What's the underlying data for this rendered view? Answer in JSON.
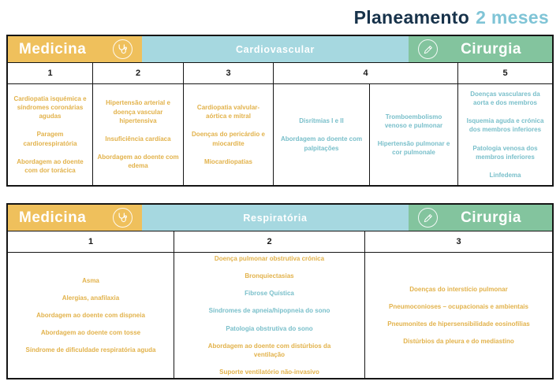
{
  "title": {
    "main": "Planeamento",
    "accent": "2 meses"
  },
  "palette": {
    "navy": "#17324a",
    "accent_teal": "#7fc4d6",
    "yellow_band": "#efc05c",
    "teal_band": "#a6d8e0",
    "green_band": "#83c49e",
    "item_gold": "#e2b24b",
    "item_teal": "#79bfca"
  },
  "tables": [
    {
      "header": {
        "left": "Medicina",
        "center": "Cardiovascular",
        "right": "Cirurgia"
      },
      "numbers": [
        "1",
        "2",
        "3",
        "4",
        "5"
      ],
      "cells": [
        {
          "items": [
            {
              "text": "Cardiopatia isquémica e síndromes coronárias agudas",
              "color": "#e2b24b"
            },
            {
              "text": "Paragem cardiorespiratória",
              "color": "#e2b24b"
            },
            {
              "text": "Abordagem ao doente com dor torácica",
              "color": "#e2b24b"
            }
          ]
        },
        {
          "items": [
            {
              "text": "Hipertensão arterial e doença vascular hipertensiva",
              "color": "#e2b24b"
            },
            {
              "text": "Insuficiência cardíaca",
              "color": "#e2b24b"
            },
            {
              "text": "Abordagem ao doente com edema",
              "color": "#e2b24b"
            }
          ]
        },
        {
          "items": [
            {
              "text": "Cardiopatia valvular- aórtica e mitral",
              "color": "#e2b24b"
            },
            {
              "text": "Doenças do pericárdio e miocardite",
              "color": "#e2b24b"
            },
            {
              "text": "Miocardiopatias",
              "color": "#e2b24b"
            }
          ]
        },
        {
          "items": [
            {
              "text": "Disrítmias I e II",
              "color": "#79bfca"
            },
            {
              "text": "Abordagem ao doente com palpitações",
              "color": "#79bfca"
            }
          ]
        },
        {
          "items": [
            {
              "text": "Tromboembolismo venoso e pulmonar",
              "color": "#79bfca"
            },
            {
              "text": "Hipertensão pulmonar e cor pulmonale",
              "color": "#79bfca"
            }
          ]
        },
        {
          "items": [
            {
              "text": "Doenças vasculares da aorta e dos membros",
              "color": "#79bfca"
            },
            {
              "text": "Isquemia aguda e crónica dos membros inferiores",
              "color": "#79bfca"
            },
            {
              "text": "Patologia venosa dos membros inferiores",
              "color": "#79bfca"
            },
            {
              "text": "Linfedema",
              "color": "#79bfca"
            }
          ]
        }
      ]
    },
    {
      "header": {
        "left": "Medicina",
        "center": "Respiratória",
        "right": "Cirurgia"
      },
      "numbers": [
        "1",
        "2",
        "3"
      ],
      "cells": [
        {
          "items": [
            {
              "text": "Asma",
              "color": "#e2b24b"
            },
            {
              "text": "Alergias, anafilaxia",
              "color": "#e2b24b"
            },
            {
              "text": "Abordagem ao doente com dispneia",
              "color": "#e2b24b"
            },
            {
              "text": "Abordagem ao doente com tosse",
              "color": "#e2b24b"
            },
            {
              "text": "Síndrome de dificuldade respiratória aguda",
              "color": "#e2b24b"
            }
          ]
        },
        {
          "items": [
            {
              "text": "Doença pulmonar obstrutiva crónica",
              "color": "#e2b24b"
            },
            {
              "text": "Bronquiectasias",
              "color": "#e2b24b"
            },
            {
              "text": "Fibrose Quística",
              "color": "#79bfca"
            },
            {
              "text": "Síndromes de apneia/hipopneia do sono",
              "color": "#79bfca"
            },
            {
              "text": "Patologia obstrutiva do sono",
              "color": "#79bfca"
            },
            {
              "text": "Abordagem ao doente com distúrbios da ventilação",
              "color": "#e2b24b"
            },
            {
              "text": "Suporte ventilatório não-invasivo",
              "color": "#e2b24b"
            }
          ]
        },
        {
          "items": [
            {
              "text": "Doenças do interstício pulmonar",
              "color": "#e2b24b"
            },
            {
              "text": "Pneumoconioses – ocupacionais e ambientais",
              "color": "#e2b24b"
            },
            {
              "text": "Pneumonites de hipersensibilidade eosinofílias",
              "color": "#e2b24b"
            },
            {
              "text": "Distúrbios da pleura e do mediastino",
              "color": "#e2b24b"
            }
          ]
        }
      ]
    }
  ]
}
